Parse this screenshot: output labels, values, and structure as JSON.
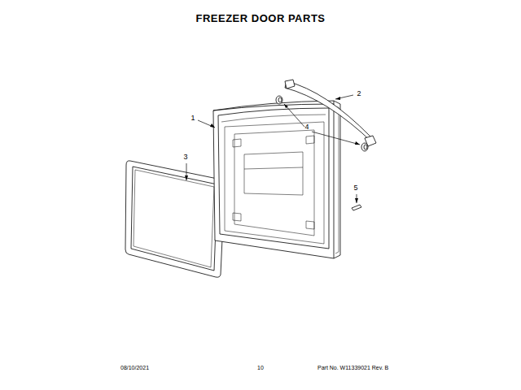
{
  "diagram": {
    "title": "FREEZER DOOR PARTS",
    "labels": [
      "2",
      "1",
      "4",
      "3",
      "5",
      "08/10/2021",
      "10",
      "Part No. W11339021 Rev. B"
    ]
  }
}
